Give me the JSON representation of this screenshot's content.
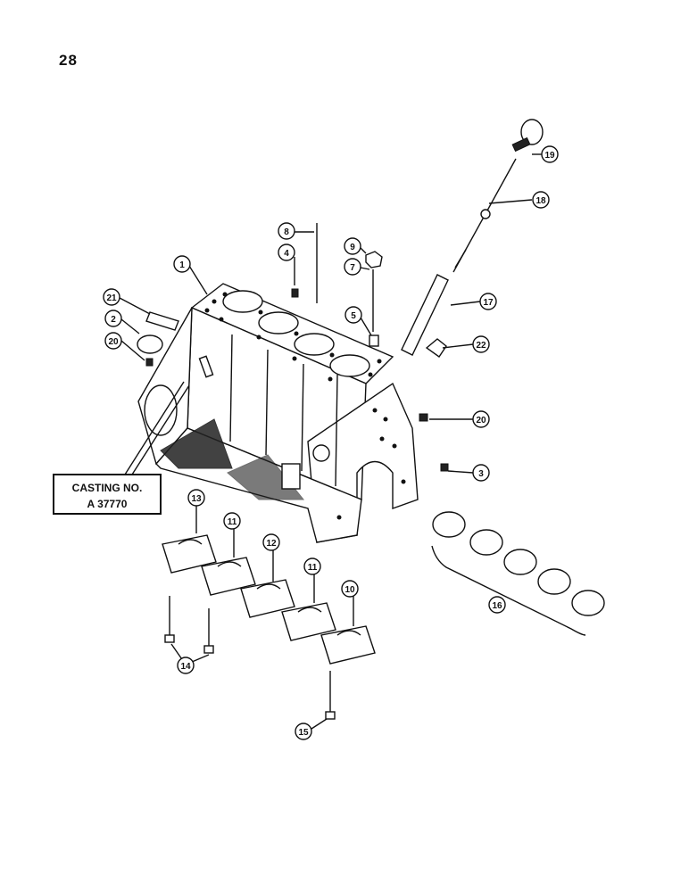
{
  "page_number": "28",
  "casting_label": {
    "line1": "CASTING NO.",
    "line2": "A 37770"
  },
  "callouts": [
    "1",
    "2",
    "3",
    "4",
    "5",
    "7",
    "8",
    "9",
    "10",
    "11",
    "11",
    "12",
    "13",
    "14",
    "15",
    "16",
    "17",
    "18",
    "19",
    "20",
    "20",
    "21",
    "22"
  ]
}
